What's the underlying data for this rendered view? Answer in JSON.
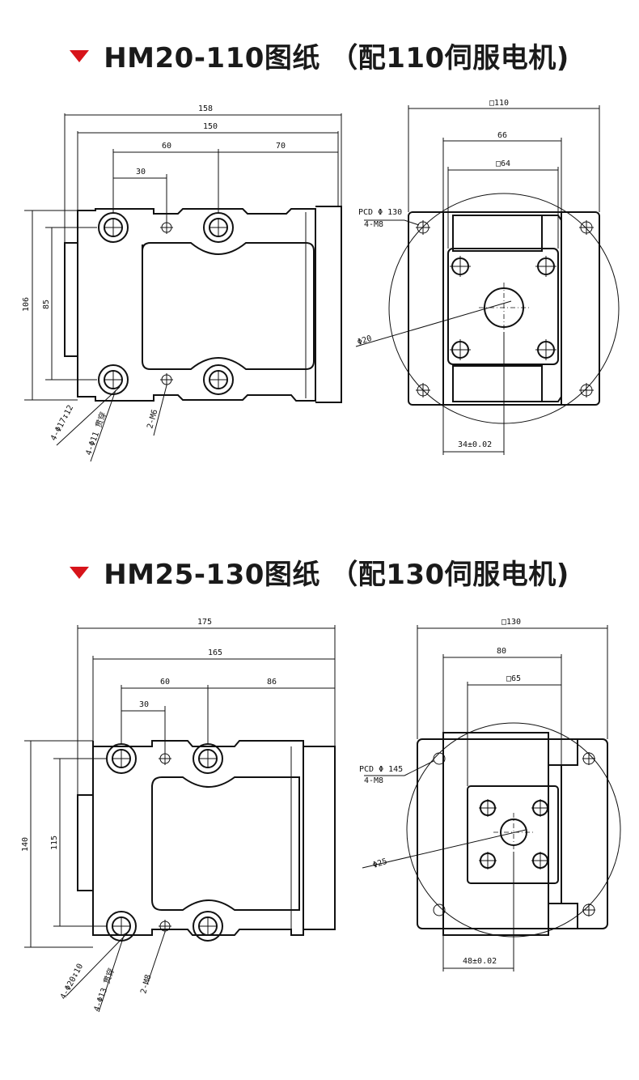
{
  "sections": [
    {
      "title": "HM20-110图纸 （配110伺服电机)",
      "side": {
        "overall": "158",
        "body": "150",
        "bolt_span": "60",
        "rear": "70",
        "half": "30",
        "height": "106",
        "inner": "85",
        "hole_a": "4-Φ17↧12",
        "hole_b": "4-Φ11 贯穿",
        "tap": "2-M6"
      },
      "front": {
        "flange": "□110",
        "width": "66",
        "square": "□64",
        "pcd_a": "PCD Φ 130",
        "pcd_b": "4-M8",
        "shaft": "Φ20",
        "offset": "34±0.02"
      }
    },
    {
      "title": "HM25-130图纸 （配130伺服电机)",
      "side": {
        "overall": "175",
        "body": "165",
        "bolt_span": "60",
        "rear": "86",
        "half": "30",
        "height": "140",
        "inner": "115",
        "hole_a": "4-Φ20↧10",
        "hole_b": "4-Φ13 贯穿",
        "tap": "2-M8"
      },
      "front": {
        "flange": "□130",
        "width": "80",
        "square": "□65",
        "pcd_a": "PCD Φ 145",
        "pcd_b": "4-M8",
        "shaft": "Φ25",
        "offset": "48±0.02"
      }
    }
  ],
  "colors": {
    "marker": "#d7141a",
    "line": "#111111"
  }
}
